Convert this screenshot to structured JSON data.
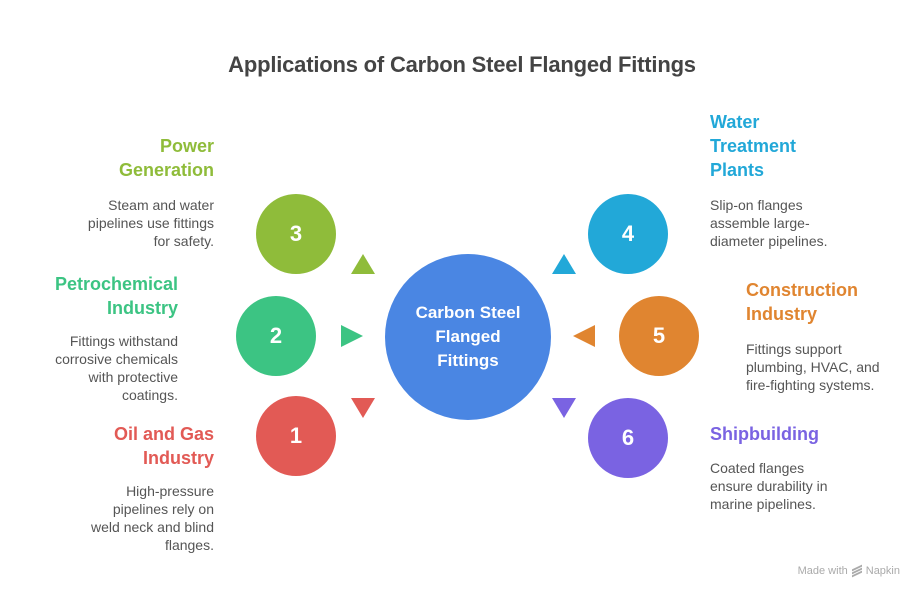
{
  "title": "Applications of Carbon Steel Flanged Fittings",
  "center": {
    "label": "Carbon Steel\nFlanged\nFittings",
    "color": "#4A86E3"
  },
  "items": [
    {
      "number": "1",
      "heading": "Oil and Gas\nIndustry",
      "description": "High-pressure\npipelines rely on\nweld neck and blind\nflanges.",
      "color": "#E25A55"
    },
    {
      "number": "2",
      "heading": "Petrochemical\nIndustry",
      "description": "Fittings withstand\ncorrosive chemicals\nwith protective\ncoatings.",
      "color": "#3CC483"
    },
    {
      "number": "3",
      "heading": "Power\nGeneration",
      "description": "Steam and water\npipelines use fittings\nfor safety.",
      "color": "#8FBC3A"
    },
    {
      "number": "4",
      "heading": "Water\nTreatment\nPlants",
      "description": "Slip-on flanges\nassemble large-\ndiameter pipelines.",
      "color": "#22A8D8"
    },
    {
      "number": "5",
      "heading": "Construction\nIndustry",
      "description": "Fittings support\nplumbing, HVAC, and\nfire-fighting systems.",
      "color": "#E08530"
    },
    {
      "number": "6",
      "heading": "Shipbuilding",
      "description": "Coated flanges\nensure durability in\nmarine pipelines.",
      "color": "#7A63E2"
    }
  ],
  "footer": {
    "made_with": "Made with",
    "brand": "Napkin",
    "icon": "napkin-logo-icon"
  }
}
